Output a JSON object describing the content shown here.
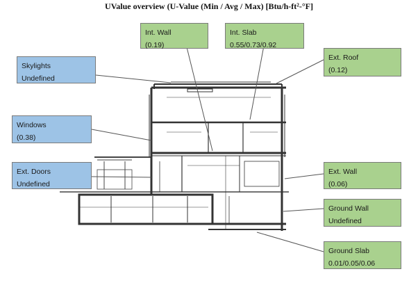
{
  "title": "UValue overview (U-Value (Min / Avg / Max) [Btu/h-ft²-°F]",
  "colors": {
    "window_like": "#9dc3e6",
    "opaque": "#a9d18e",
    "line": "#555555",
    "structure": "#333333"
  },
  "callouts": {
    "skylights": {
      "name": "Skylights",
      "value": "Undefined"
    },
    "int_wall": {
      "name": "Int. Wall",
      "value": "(0.19)"
    },
    "int_slab": {
      "name": "Int. Slab",
      "value": "0.55/0.73/0.92"
    },
    "ext_roof": {
      "name": "Ext. Roof",
      "value": "(0.12)"
    },
    "windows": {
      "name": "Windows",
      "value": "(0.38)"
    },
    "ext_doors": {
      "name": "Ext. Doors",
      "value": "Undefined"
    },
    "ext_wall": {
      "name": "Ext. Wall",
      "value": "(0.06)"
    },
    "ground_wall": {
      "name": "Ground Wall",
      "value": "Undefined"
    },
    "ground_slab": {
      "name": "Ground Slab",
      "value": "0.01/0.05/0.06"
    }
  }
}
